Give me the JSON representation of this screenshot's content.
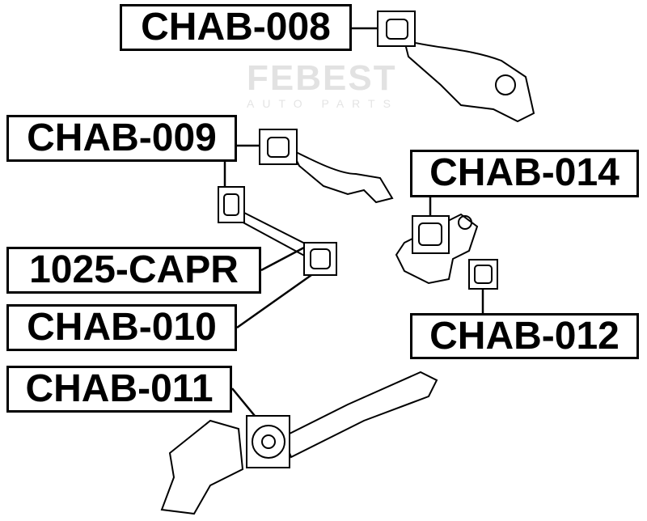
{
  "watermark": {
    "brand": "FEBEST",
    "sub": "AUTO PARTS"
  },
  "labels": {
    "chab008": "CHAB-008",
    "chab009": "CHAB-009",
    "capr1025": "1025-CAPR",
    "chab010": "CHAB-010",
    "chab011": "CHAB-011",
    "chab014": "CHAB-014",
    "chab012": "CHAB-012"
  }
}
